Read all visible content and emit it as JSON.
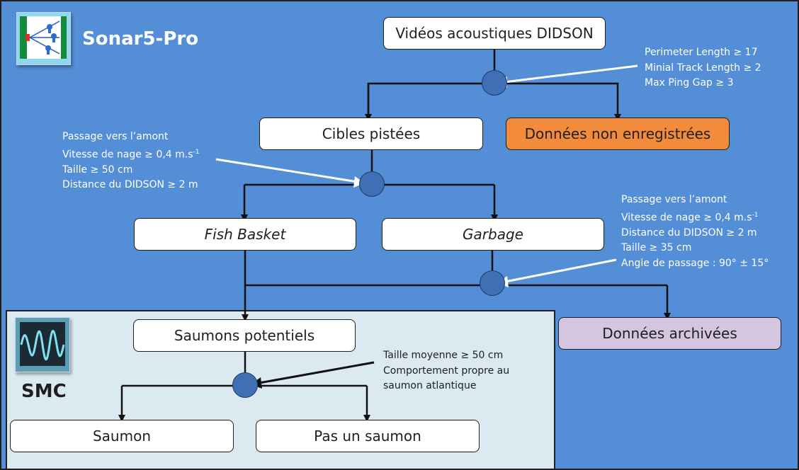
{
  "sonar": {
    "title": "Sonar5-Pro"
  },
  "smc": {
    "title": "SMC"
  },
  "boxes": {
    "didson": "Vidéos acoustiques DIDSON",
    "cibles": "Cibles pistées",
    "non_enregistrees": "Données non enregistrées",
    "fish_basket": "Fish Basket",
    "garbage": "Garbage",
    "saumons_potentiels": "Saumons potentiels",
    "archivees": "Données archivées",
    "saumon": "Saumon",
    "pas_saumon": "Pas un saumon"
  },
  "filters": {
    "f1": [
      "Perimeter Length ≥ 17",
      "Minial Track Length ≥ 2",
      "Max Ping Gap ≥ 3"
    ],
    "f2": {
      "line1": "Passage vers l’amont",
      "line2_base": "Vitesse de nage ≥ 0,4 m.s",
      "line2_sup": "-1",
      "line3": "Taille ≥ 50 cm",
      "line4": "Distance du DIDSON ≥  2 m"
    },
    "f3": {
      "line1": "Passage vers l’amont",
      "line2_base": "Vitesse de nage ≥ 0,4 m.s",
      "line2_sup": "-1",
      "line3": "Distance du DIDSON ≥  2 m",
      "line4": "Taille ≥ 35 cm",
      "line5": "Angle de passage : 90° ± 15°"
    },
    "f4": [
      "Taille moyenne ≥ 50 cm",
      "Comportement propre au",
      "saumon atlantique"
    ]
  },
  "colors": {
    "sonar_background": "#548ed6",
    "smc_background": "#dbe9f0",
    "node": "#3f6fb5",
    "orange_box": "#f28c3c",
    "purple_box": "#d4c6e0"
  },
  "icons": {
    "sonar_logo": "sonar5-pro-logo-icon",
    "smc_logo": "smc-waveform-logo-icon"
  }
}
